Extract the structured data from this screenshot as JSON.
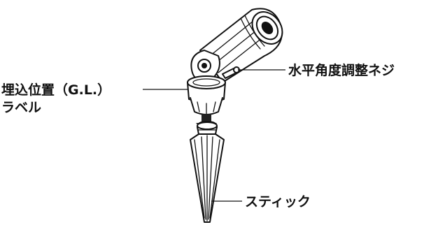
{
  "labels": {
    "gl_mark_line1": "埋込位置（G.L.）",
    "gl_mark_line2": "ラベル",
    "horizontal_angle_screw": "水平角度調整ネジ",
    "stick": "スティック"
  },
  "colors": {
    "line": "#111111",
    "background": "#ffffff",
    "arrow": "#222222"
  }
}
